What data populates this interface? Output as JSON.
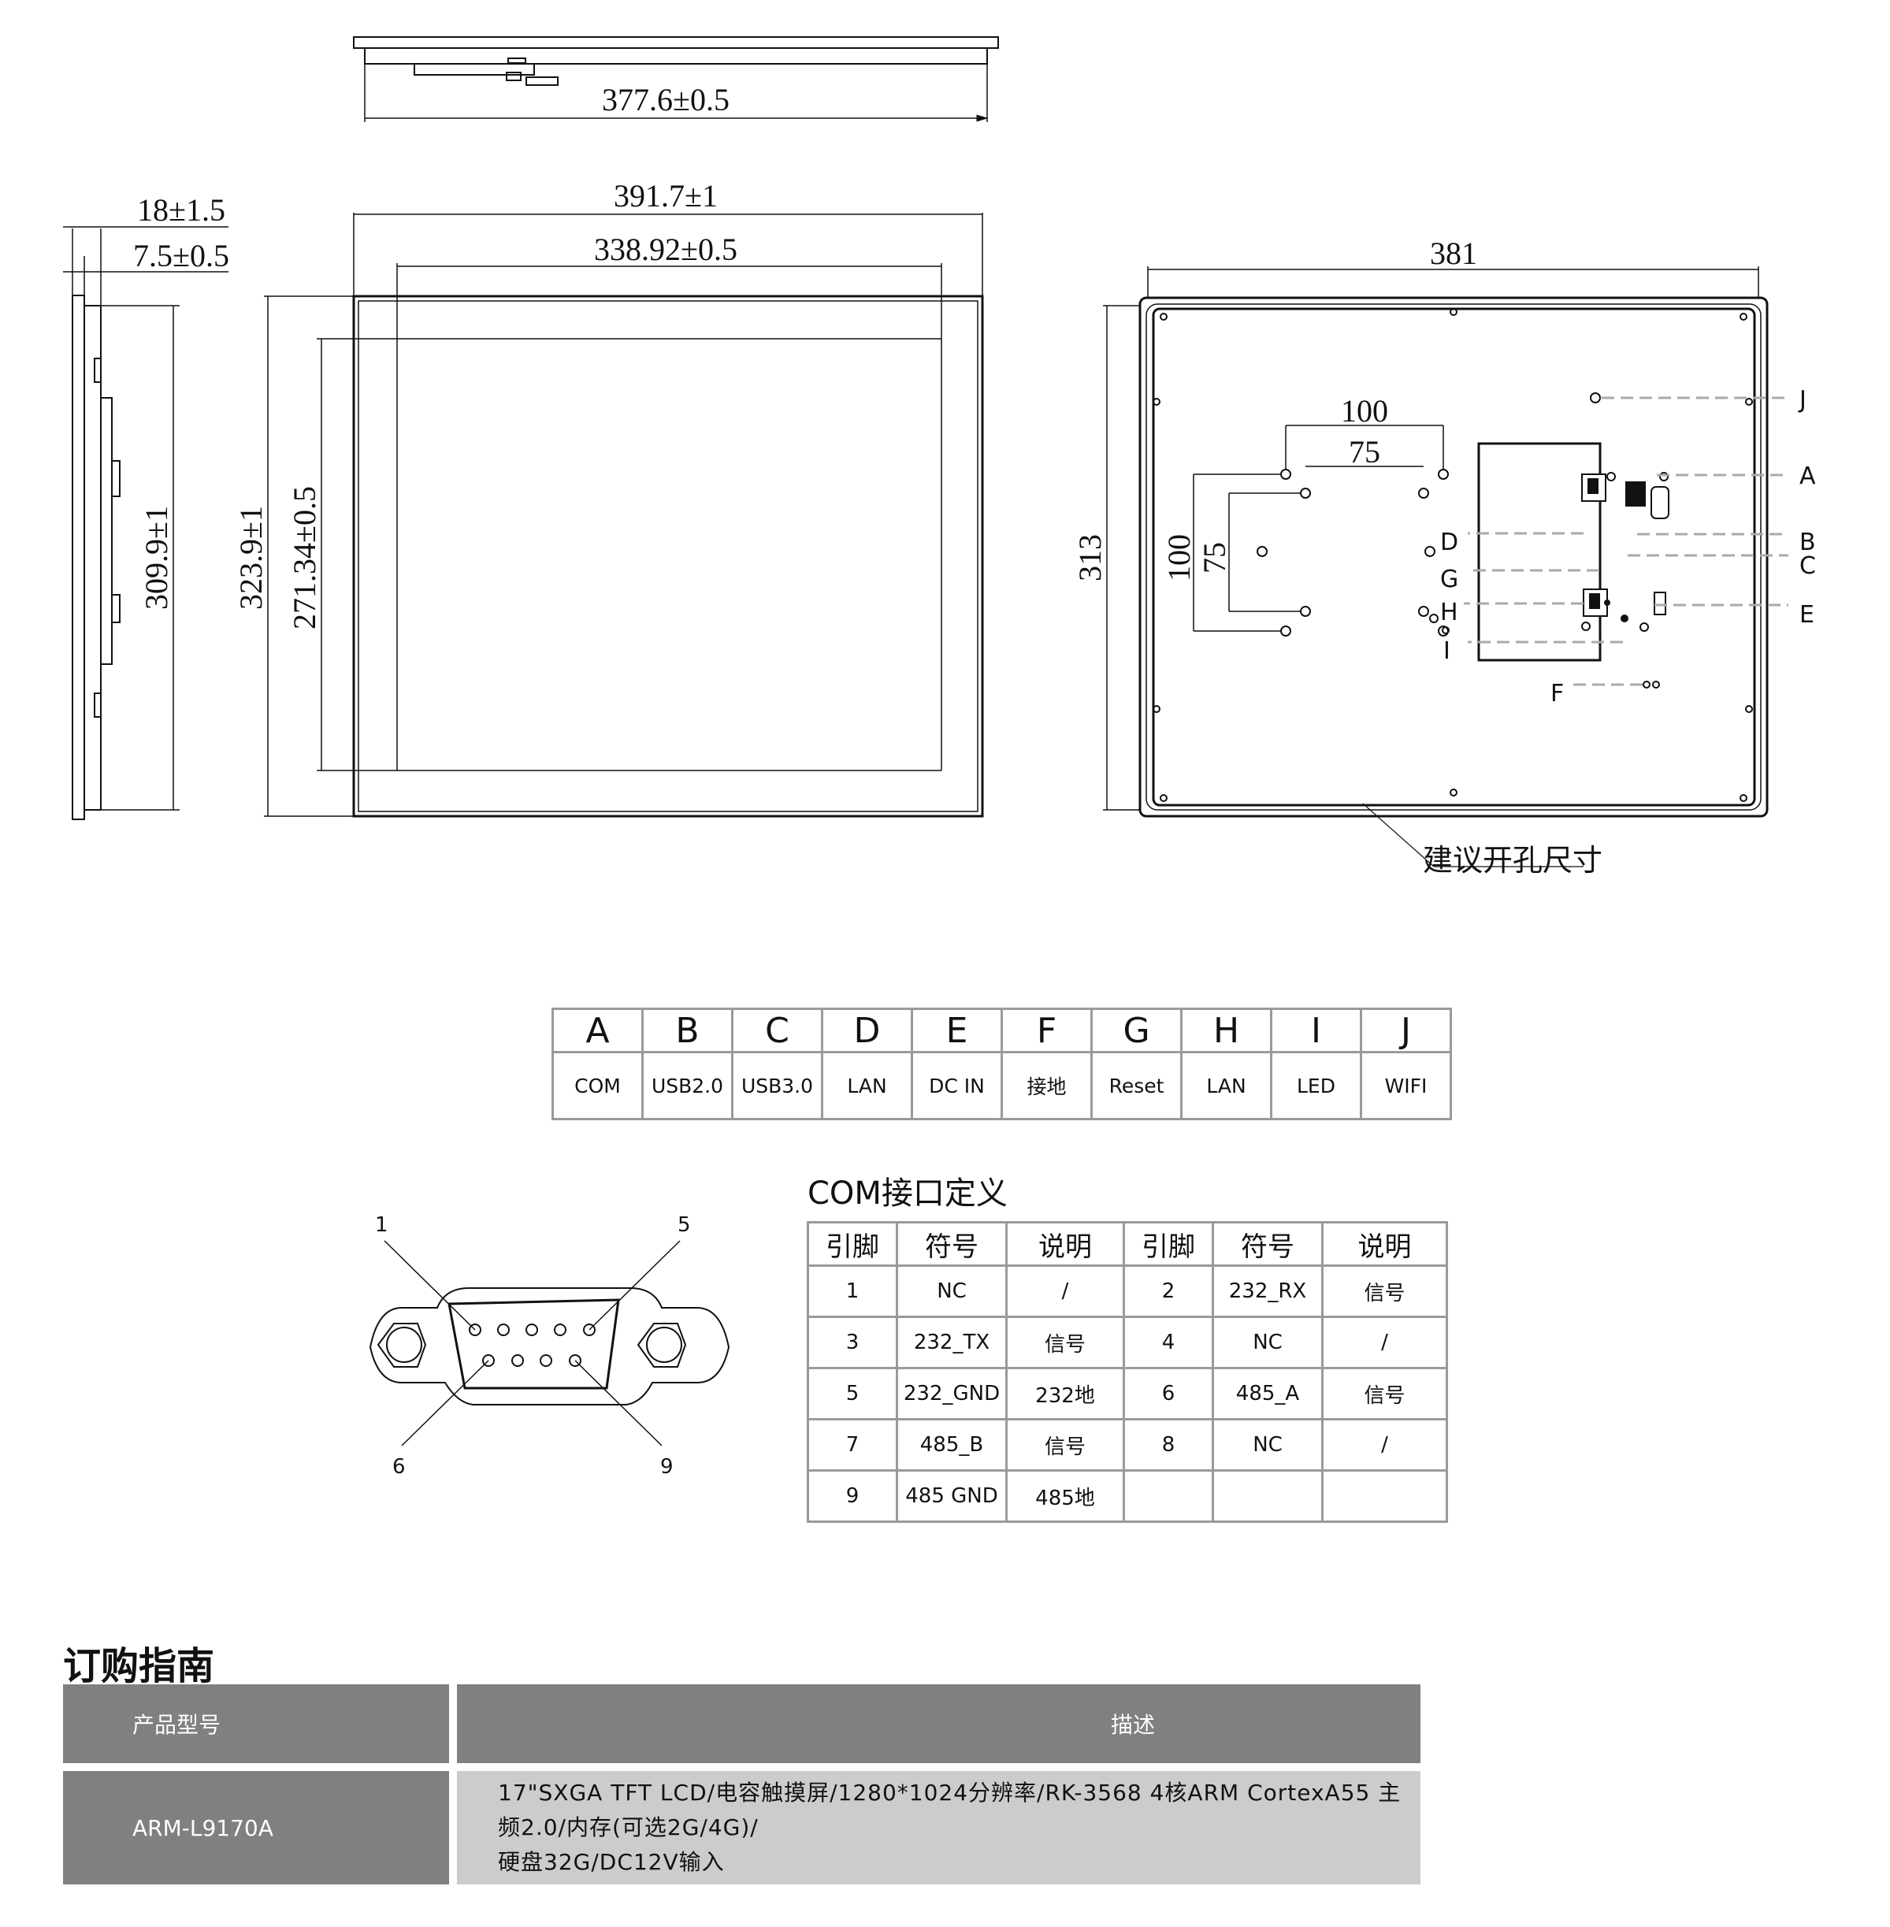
{
  "drawing": {
    "top_view": {
      "width_dim": "377.6±0.5"
    },
    "side_view": {
      "depth_total": "18±1.5",
      "depth_front": "7.5±0.5",
      "height": "309.9±1"
    },
    "front_view": {
      "outer_width": "391.7±1",
      "display_width": "338.92±0.5",
      "outer_height": "323.9±1",
      "display_height": "271.34±0.5"
    },
    "back_view": {
      "width": "381",
      "height": "313",
      "vesa_outer_h": "100",
      "vesa_inner_h": "75",
      "vesa_outer_v": "100",
      "vesa_inner_v": "75",
      "cutout_note": "建议开孔尺寸",
      "callouts": [
        "A",
        "B",
        "C",
        "D",
        "E",
        "F",
        "G",
        "H",
        "I",
        "J"
      ]
    }
  },
  "interface_table": {
    "letters": [
      "A",
      "B",
      "C",
      "D",
      "E",
      "F",
      "G",
      "H",
      "I",
      "J"
    ],
    "names": [
      "COM",
      "USB2.0",
      "USB3.0",
      "LAN",
      "DC IN",
      "接地",
      "Reset",
      "LAN",
      "LED",
      "WIFI"
    ]
  },
  "com_definition": {
    "title": "COM接口定义",
    "connector_pins": {
      "top_left": "1",
      "top_right": "5",
      "bottom_left": "6",
      "bottom_right": "9"
    },
    "headers": [
      "引脚",
      "符号",
      "说明",
      "引脚",
      "符号",
      "说明"
    ],
    "rows": [
      [
        "1",
        "NC",
        "/",
        "2",
        "232_RX",
        "信号"
      ],
      [
        "3",
        "232_TX",
        "信号",
        "4",
        "NC",
        "/"
      ],
      [
        "5",
        "232_GND",
        "232地",
        "6",
        "485_A",
        "信号"
      ],
      [
        "7",
        "485_B",
        "信号",
        "8",
        "NC",
        "/"
      ],
      [
        "9",
        "485 GND",
        "485地",
        "",
        "",
        ""
      ]
    ]
  },
  "ordering": {
    "title": "订购指南",
    "headers": {
      "model": "产品型号",
      "description": "描述"
    },
    "rows": [
      {
        "model": "ARM-L9170A",
        "description_line1": "17\"SXGA TFT LCD/电容触摸屏/1280*1024分辨率/RK-3568 4核ARM CortexA55 主频2.0/内存(可选2G/4G)/",
        "description_line2": "硬盘32G/DC12V输入"
      }
    ]
  },
  "colors": {
    "table_border": "#9a9a9a",
    "header_bg": "#808080",
    "desc_bg": "#cccccc",
    "callout_line": "#aaaaaa"
  }
}
